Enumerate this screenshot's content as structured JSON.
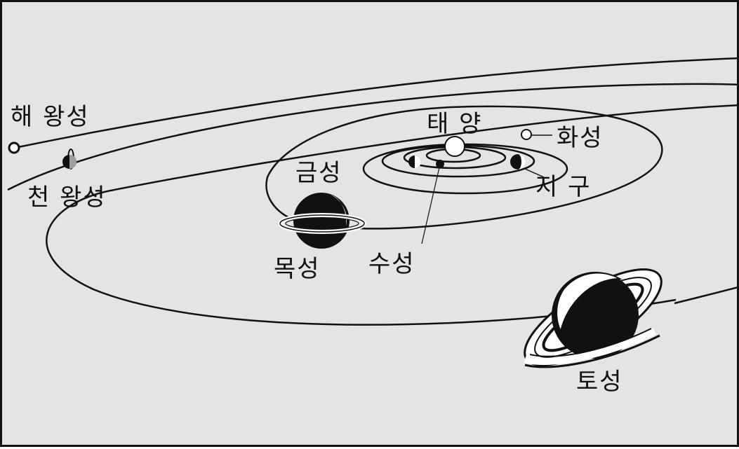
{
  "diagram": {
    "labels": {
      "neptune": "해 왕성",
      "uranus": "천 왕성",
      "venus": "금성",
      "sun": "태 양",
      "mars": "화성",
      "earth": "지 구",
      "jupiter": "목성",
      "mercury": "수성",
      "saturn": "토성"
    },
    "colors": {
      "background": "#e4e4e4",
      "ink": "#111111",
      "planet_light": "#ffffff"
    }
  }
}
